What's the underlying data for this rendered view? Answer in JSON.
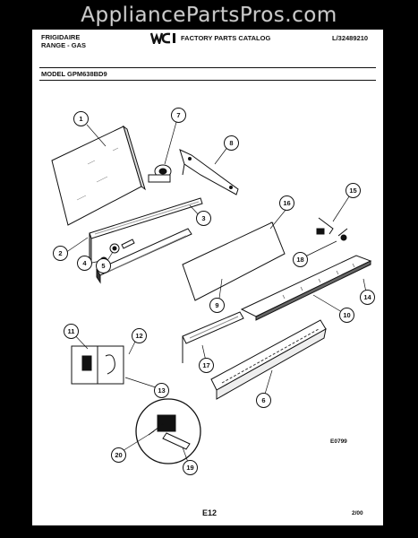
{
  "watermark": "AppliancePartsPros.com",
  "header": {
    "brand": "FRIGIDAIRE",
    "product": "RANGE - GAS",
    "catalog_title": "FACTORY PARTS CATALOG",
    "doc_number": "L/32489210",
    "model": "MODEL GPM638BD9",
    "logo_text": "WCI"
  },
  "callouts": [
    {
      "id": "c1",
      "label": "1"
    },
    {
      "id": "c2",
      "label": "2"
    },
    {
      "id": "c3",
      "label": "3"
    },
    {
      "id": "c4",
      "label": "4"
    },
    {
      "id": "c5",
      "label": "5"
    },
    {
      "id": "c6",
      "label": "6"
    },
    {
      "id": "c7",
      "label": "7"
    },
    {
      "id": "c8",
      "label": "8"
    },
    {
      "id": "c9",
      "label": "9"
    },
    {
      "id": "c10",
      "label": "10"
    },
    {
      "id": "c11",
      "label": "11"
    },
    {
      "id": "c12",
      "label": "12"
    },
    {
      "id": "c13",
      "label": "13"
    },
    {
      "id": "c14",
      "label": "14"
    },
    {
      "id": "c15",
      "label": "15"
    },
    {
      "id": "c16",
      "label": "16"
    },
    {
      "id": "c17",
      "label": "17"
    },
    {
      "id": "c18",
      "label": "18"
    },
    {
      "id": "c19",
      "label": "19"
    },
    {
      "id": "c20",
      "label": "20"
    }
  ],
  "footer": {
    "figure_code": "E0799",
    "page": "E12",
    "date": "2/00"
  }
}
